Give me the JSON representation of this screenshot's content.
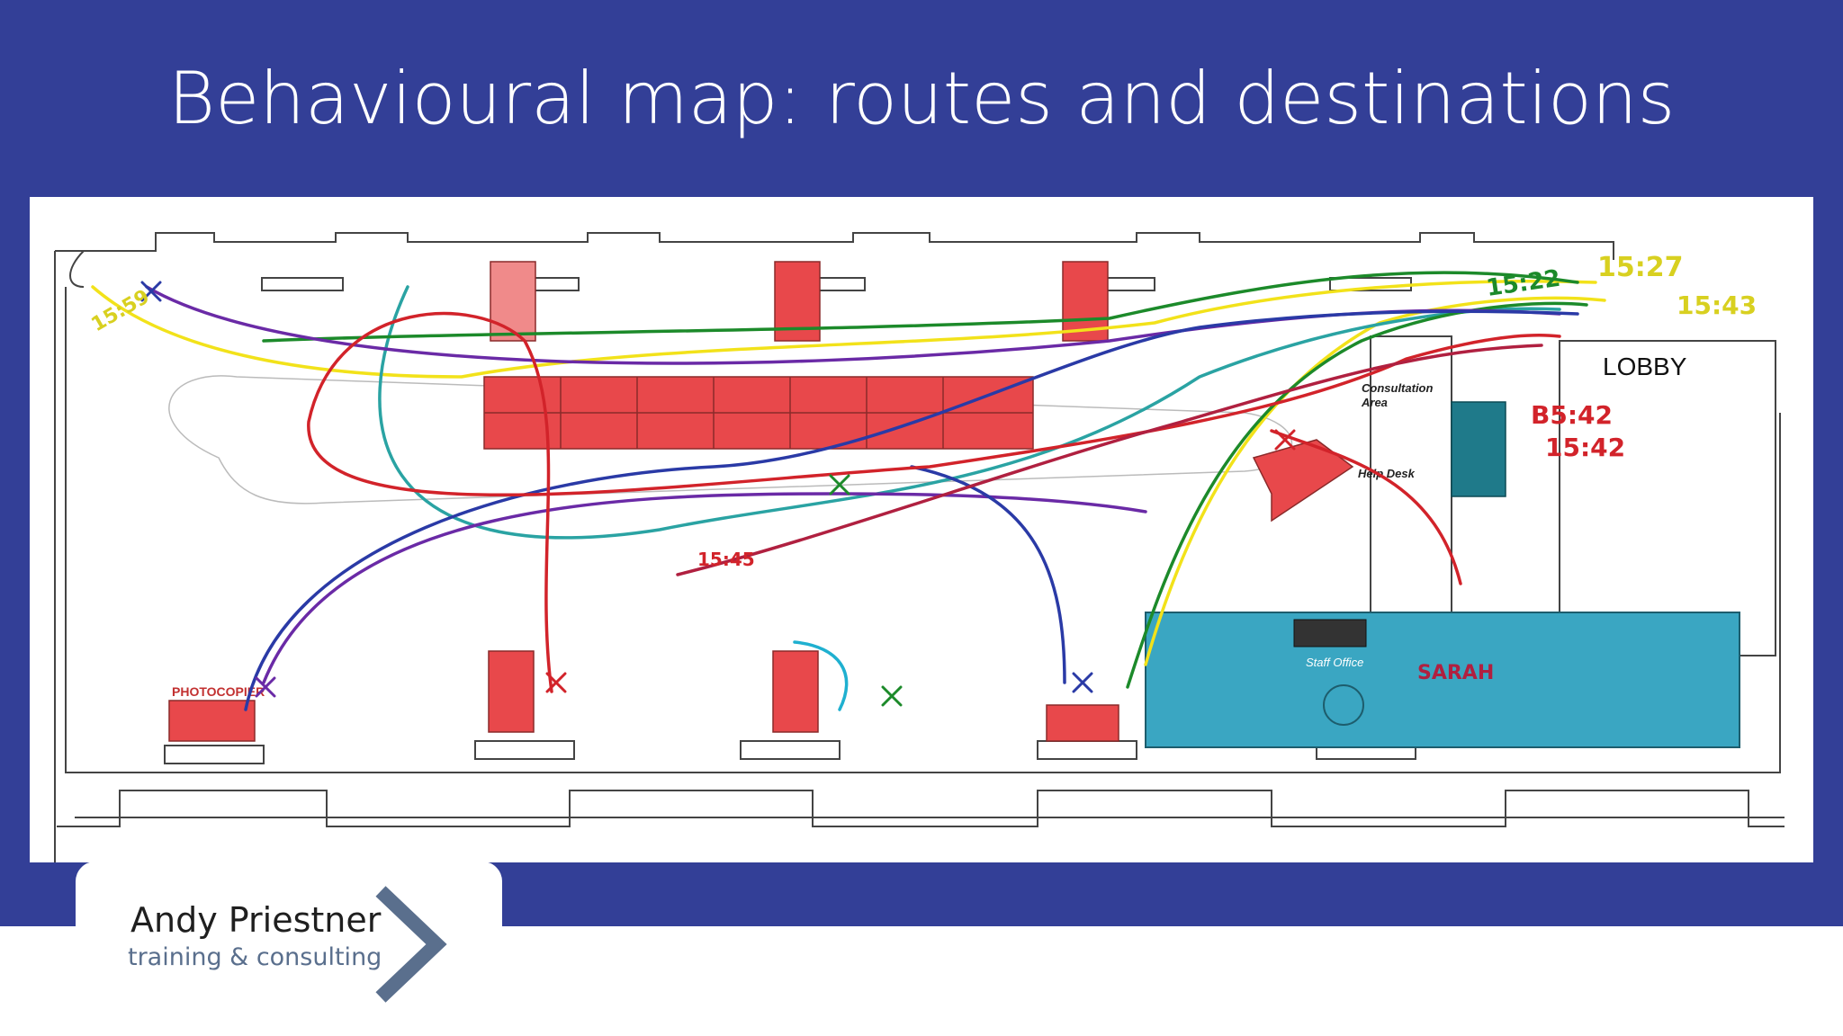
{
  "slide": {
    "title": "Behavioural map: routes and destinations",
    "background_color": "#333f97"
  },
  "map": {
    "labels": {
      "lobby": "LOBBY",
      "photocopier": "PHOTOCOPIER",
      "consultation_line1": "Consultation",
      "consultation_line2": "Area",
      "help_desk": "Help Desk",
      "staff_office": "Staff Office"
    },
    "annotations": {
      "t1527": "15:27",
      "t1522": "15:22",
      "t1543": "15:43",
      "b542": "B5:42",
      "t1542": "15:42",
      "sarah": "SARAH",
      "t1559": "15:59",
      "t1545": "15:45"
    },
    "route_colors": [
      "#f2e21a",
      "#2aa3a3",
      "#1c8a2a",
      "#6a2aa6",
      "#2a3aa6",
      "#d2232a",
      "#b02040"
    ],
    "furniture_colors": {
      "desk": "#e8484b",
      "staff_office": "#3aa6c2",
      "consultation": "#1f7a8a"
    }
  },
  "brand": {
    "name": "Andy Priestner",
    "tagline": "training & consulting",
    "chevron_color": "#5a6f8d"
  }
}
